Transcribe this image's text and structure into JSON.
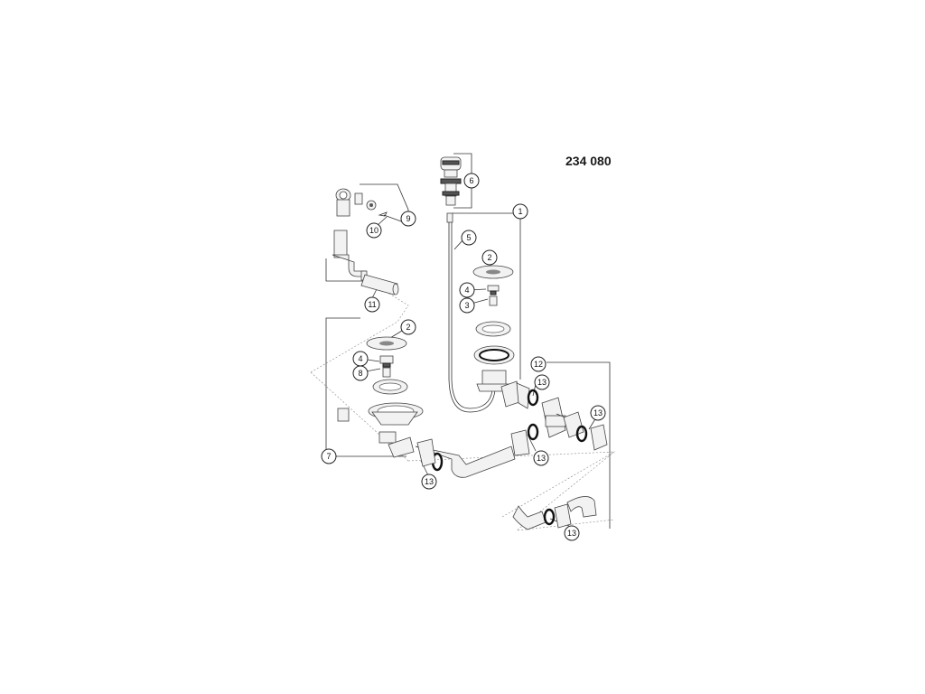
{
  "part_number": "234 080",
  "callouts": [
    "1",
    "2",
    "3",
    "4",
    "5",
    "6",
    "7",
    "8",
    "9",
    "10",
    "11",
    "12",
    "13"
  ],
  "colors": {
    "line": "#333333",
    "background": "#ffffff"
  }
}
